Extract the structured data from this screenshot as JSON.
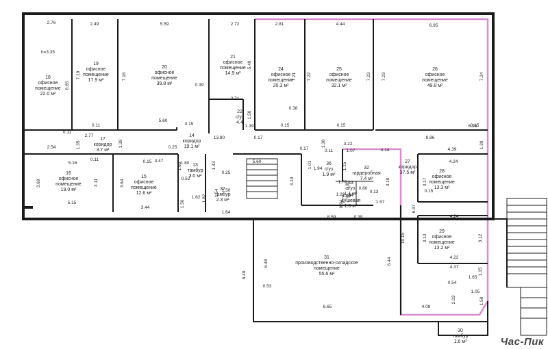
{
  "rooms": [
    {
      "num": "18",
      "name": "офисное",
      "name2": "помещение",
      "area": "22.0 м²"
    },
    {
      "num": "19",
      "name": "офисное",
      "name2": "помещение",
      "area": "17.9 м²"
    },
    {
      "num": "20",
      "name": "офисное",
      "name2": "помещение",
      "area": "39.8 м²"
    },
    {
      "num": "21",
      "name": "офисное",
      "name2": "помещение",
      "area": "14.9 м²"
    },
    {
      "num": "24",
      "name": "офисное",
      "name2": "помещение",
      "area": "20.3 м²"
    },
    {
      "num": "25",
      "name": "офисное",
      "name2": "помещение",
      "area": "32.1 м²"
    },
    {
      "num": "26",
      "name": "офисное",
      "name2": "помещение",
      "area": "49.8 м²"
    },
    {
      "num": "22",
      "name": "с/уз",
      "name2": "",
      "area": "4.4"
    },
    {
      "num": "17",
      "name": "коридор",
      "name2": "",
      "area": "3.7 м²"
    },
    {
      "num": "14",
      "name": "коридор",
      "name2": "",
      "area": "19.1 м²"
    },
    {
      "num": "16",
      "name": "офисное",
      "name2": "помещение",
      "area": "19.0 м²"
    },
    {
      "num": "15",
      "name": "офисное",
      "name2": "помещение",
      "area": "12.6 м²"
    },
    {
      "num": "13",
      "name": "тамбур",
      "name2": "",
      "area": "3.0 м²"
    },
    {
      "num": "37",
      "name": "тамбур",
      "name2": "",
      "area": "2.3 м²"
    },
    {
      "num": "36",
      "name": "с/уз",
      "name2": "",
      "area": "1.9 м²"
    },
    {
      "num": "32",
      "name": "гардеробная",
      "name2": "",
      "area": "7.4 м²"
    },
    {
      "num": "33",
      "name": "с/уз",
      "name2": "",
      "area": "1.1 м²"
    },
    {
      "num": "34",
      "name": "душевая",
      "name2": "",
      "area": "1.6 м²"
    },
    {
      "num": "27",
      "name": "коридор",
      "name2": "",
      "area": "37.5 м²"
    },
    {
      "num": "28",
      "name": "офисное",
      "name2": "помещение",
      "area": "13.3 м²"
    },
    {
      "num": "29",
      "name": "офисное",
      "name2": "помещение",
      "area": "13.2 м²"
    },
    {
      "num": "31",
      "name": "производственно-складское",
      "name2": "помещение",
      "area": "55.6 м²"
    },
    {
      "num": "30",
      "name": "тамбур",
      "name2": "",
      "area": "1.6 м²"
    }
  ],
  "height_note": "h=3.35",
  "dimensions": [
    "2.76",
    "2.49",
    "5.59",
    "2.72",
    "2.81",
    "4.44",
    "6.95",
    "7.19",
    "8.65",
    "7.16",
    "5.49",
    "7.21",
    "7.22",
    "7.23",
    "7.23",
    "7.24",
    "0.39",
    "2.71",
    "0.38",
    "1.50",
    "1.39",
    "5.60",
    "0.15",
    "6.96",
    "0.15",
    "0.11",
    "2.77",
    "0.11",
    "13.80",
    "0.17",
    "0.15",
    "0.15",
    "9.86",
    "2.54",
    "1.35",
    "1.39",
    "0.25",
    "1.38",
    "3.22",
    "1.07",
    "4.14",
    "4.39",
    "1.39",
    "5.16",
    "0.11",
    "3.47",
    "0.15",
    "1.80",
    "1.43",
    "5.60",
    "0.17",
    "0.11",
    "4.24",
    "3.69",
    "3.11",
    "3.64",
    "1.65",
    "0.52",
    "0.25",
    "3.19",
    "1.01",
    "1.94",
    "1.15",
    "3.19",
    "3.17",
    "5.15",
    "3.44",
    "1.56",
    "1.62",
    "1.82",
    "1.54",
    "1.50",
    "1.70",
    "1.29",
    "0.60",
    "0.90",
    "0.13",
    "1.80",
    "1.37",
    "1.57",
    "0.91",
    "6.97",
    "0.15",
    "1.64",
    "8.59",
    "0.39",
    "4.24",
    "10.15",
    "3.13",
    "3.12",
    "6.44",
    "6.40",
    "6.48",
    "4.22",
    "4.37",
    "1.65",
    "1.15",
    "0.53",
    "0.54",
    "2.03",
    "1.05",
    "1.50",
    "8.65",
    "4.09"
  ],
  "watermark": "Час-Пик"
}
